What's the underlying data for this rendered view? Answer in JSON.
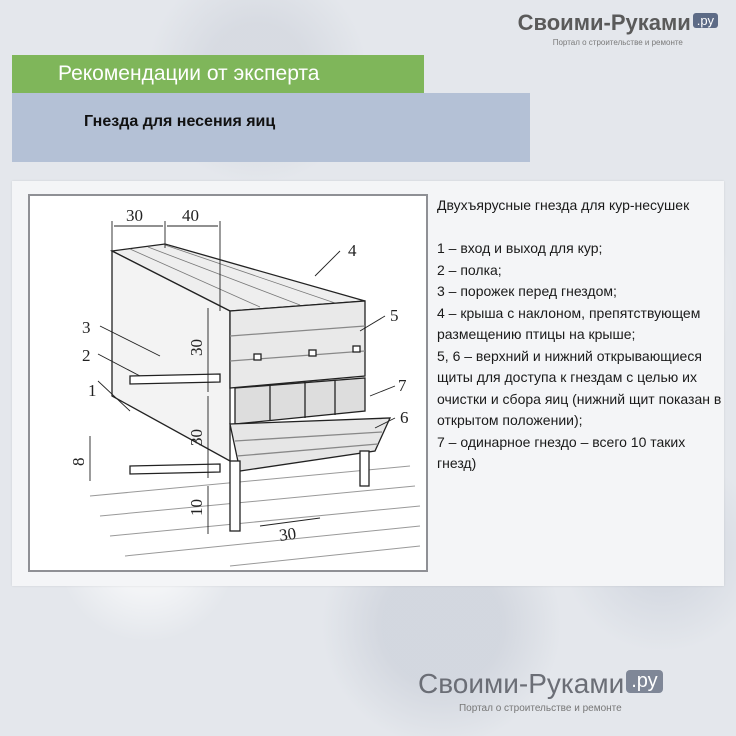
{
  "brand": {
    "name": "Своими-Руками",
    "tld": ".ру",
    "tagline": "Портал о строительстве и ремонте"
  },
  "header": {
    "banner": "Рекомендации от эксперта",
    "subtitle": "Гнезда для несения яиц"
  },
  "diagram": {
    "dim_top_left": "30",
    "dim_top_right": "40",
    "dim_upper_height": "30",
    "dim_middle_height": "30",
    "dim_step": "8",
    "dim_leg": "10",
    "dim_bottom_width": "30",
    "callouts": [
      "1",
      "2",
      "3",
      "4",
      "5",
      "6",
      "7"
    ]
  },
  "description": {
    "title": "Двухъярусные гнезда для кур-несушек",
    "items": [
      "1 – вход и выход для кур;",
      "2 – полка;",
      "3 – порожек перед гнездом;",
      "4 – крыша с наклоном, препятствующем размещению птицы на крыше;",
      "5, 6 – верхний и нижний открывающиеся щиты для доступа к гнездам с целью их очистки и сбора яиц (нижний щит показан в открытом положении);",
      "7 – одинарное гнездо – всего 10 таких гнезд)"
    ]
  }
}
